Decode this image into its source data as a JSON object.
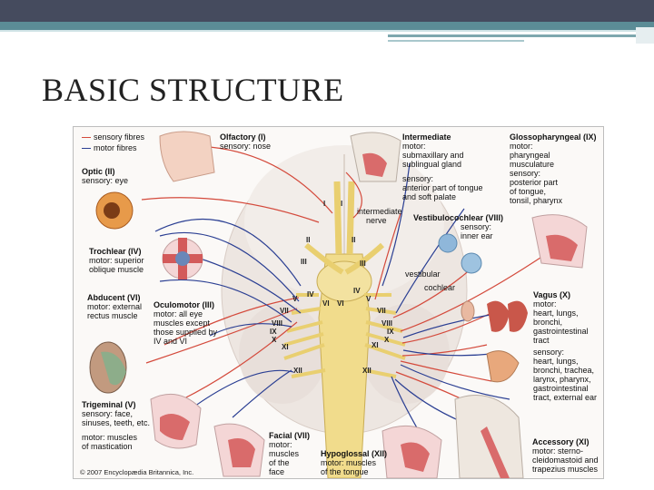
{
  "slide": {
    "title": "BASIC STRUCTURE"
  },
  "colors": {
    "header_dark": "#454b5e",
    "header_teal": "#5b8c96",
    "sensory": "#d44a3c",
    "motor": "#2b3f93",
    "nerve": "#f1dc8c"
  },
  "legend": {
    "sensory": "sensory fibres",
    "motor": "motor fibres"
  },
  "nerves": {
    "olfactory": {
      "title": "Olfactory (I)",
      "lines": [
        "sensory: nose"
      ]
    },
    "optic": {
      "title": "Optic (II)",
      "lines": [
        "sensory: eye"
      ]
    },
    "trochlear": {
      "title": "Trochlear (IV)",
      "lines": [
        "motor: superior",
        "oblique muscle"
      ]
    },
    "abducent": {
      "title": "Abducent (VI)",
      "lines": [
        "motor: external",
        "rectus muscle"
      ]
    },
    "oculomotor": {
      "title": "Oculomotor (III)",
      "lines": [
        "motor: all eye",
        "muscles except",
        "those supplied by",
        "IV and VI"
      ]
    },
    "trigeminal": {
      "title": "Trigeminal (V)",
      "lines": [
        "sensory: face,",
        "sinuses, teeth, etc.",
        "",
        "motor: muscles",
        "of mastication"
      ]
    },
    "facial": {
      "title": "Facial (VII)",
      "lines": [
        "motor:",
        "muscles",
        "of the",
        "face"
      ]
    },
    "hypoglossal": {
      "title": "Hypoglossal (XII)",
      "lines": [
        "motor: muscles",
        "of the tongue"
      ]
    },
    "intermediate": {
      "title": "Intermediate",
      "lines": [
        "motor:",
        "submaxillary and",
        "sublingual gland",
        "",
        "sensory:",
        "anterior part of tongue",
        "and soft palate"
      ]
    },
    "intermediate_nerve": {
      "lines": [
        "intermediate",
        "nerve"
      ]
    },
    "vestibulocochlear": {
      "title": "Vestibulocochlear (VIII)",
      "lines": [
        "sensory:",
        "inner ear"
      ]
    },
    "vestibular": "vestibular",
    "cochlear": "cochlear",
    "glossopharyngeal": {
      "title": "Glossopharyngeal (IX)",
      "lines": [
        "motor:",
        "pharyngeal",
        "musculature",
        "sensory:",
        "posterior part",
        "of tongue,",
        "tonsil, pharynx"
      ]
    },
    "vagus": {
      "title": "Vagus (X)",
      "lines": [
        "motor:",
        "heart, lungs,",
        "bronchi,",
        "gastrointestinal",
        "tract",
        "sensory:",
        "heart, lungs,",
        "bronchi, trachea,",
        "larynx, pharynx,",
        "gastrointestinal",
        "tract, external ear"
      ]
    },
    "accessory": {
      "title": "Accessory (XI)",
      "lines": [
        "motor: sterno-",
        "cleidomastoid and",
        "trapezius muscles"
      ]
    }
  },
  "roman": {
    "left": [
      "I",
      "II",
      "III",
      "IV",
      "V",
      "VI",
      "VII",
      "VIII",
      "IX",
      "X",
      "XI",
      "XII"
    ],
    "right": [
      "I",
      "II",
      "III",
      "IV",
      "V",
      "VI",
      "VII",
      "VIII",
      "IX",
      "X",
      "XI",
      "XII"
    ]
  },
  "copyright": "© 2007 Encyclopædia Britannica, Inc."
}
